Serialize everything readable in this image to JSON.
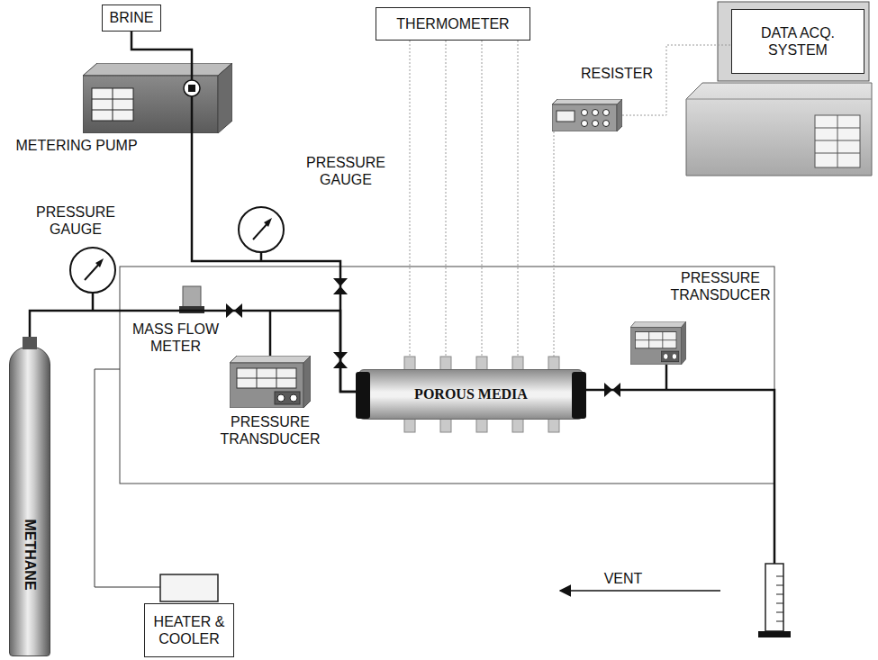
{
  "diagram": {
    "nodes": [
      {
        "text": [
          "BRINE"
        ]
      },
      {
        "text": [
          "THERMOMETER"
        ]
      },
      {
        "text": [
          "RESISTER"
        ]
      },
      {
        "text": [
          "DATA ACQ. SYSTEM"
        ]
      },
      {
        "text": [
          "METERING PUMP"
        ]
      },
      {
        "text": [
          "PRESSURE GAUGE"
        ]
      },
      {
        "text": [
          "PRESSURE GAUGE"
        ]
      },
      {
        "text": [
          "PRESSURE TRANSDUCER"
        ]
      },
      {
        "text": [
          "POROUS MEDIA"
        ]
      },
      {
        "text": [
          "PRESSURE TRANSDUCER"
        ]
      },
      {
        "text": [
          "METHANE"
        ]
      },
      {
        "text": [
          "HEATER & COOLER"
        ]
      }
    ],
    "edges": [
      {
        "from": 0,
        "to": 4,
        "arrow": "none"
      },
      {
        "from": 4,
        "to": 8,
        "arrow": "none"
      },
      {
        "from": 10,
        "to": 8,
        "arrow": "none"
      },
      {
        "from": 1,
        "to": 8,
        "arrow": "none"
      },
      {
        "from": 2,
        "to": 3,
        "arrow": "none"
      }
    ],
    "labels": [
      "MASS FLOW METER",
      "VENT"
    ]
  }
}
